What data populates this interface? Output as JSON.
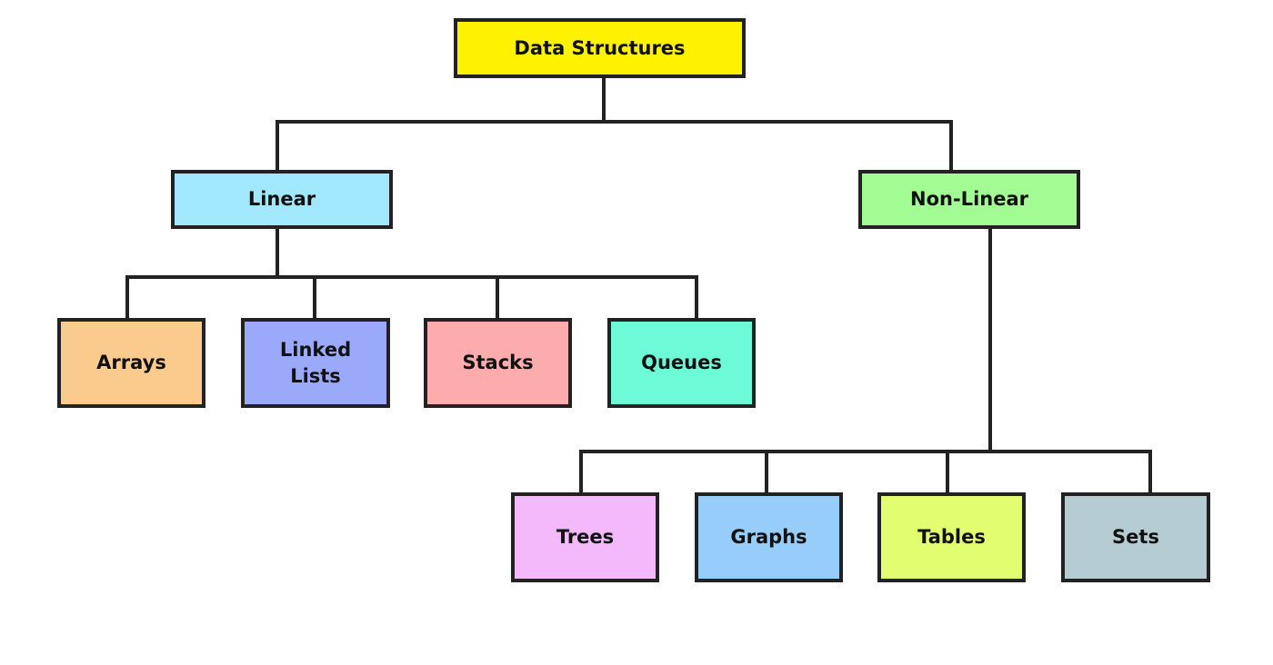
{
  "diagram": {
    "root": {
      "label": "Data Structures",
      "color": "#FFF200"
    },
    "linear": {
      "label": "Linear",
      "color": "#A2E8FC",
      "children": [
        {
          "label": "Arrays",
          "color": "#FBCB8D"
        },
        {
          "label": "Linked\nLists",
          "color": "#9BA9FA"
        },
        {
          "label": "Stacks",
          "color": "#FCACAC"
        },
        {
          "label": "Queues",
          "color": "#6DFAD7"
        }
      ]
    },
    "nonlinear": {
      "label": "Non-Linear",
      "color": "#A3FB94",
      "children": [
        {
          "label": "Trees",
          "color": "#F4B9FA"
        },
        {
          "label": "Graphs",
          "color": "#97CDFA"
        },
        {
          "label": "Tables",
          "color": "#E3FD70"
        },
        {
          "label": "Sets",
          "color": "#B5CDD2"
        }
      ]
    },
    "line_color": "#222222"
  }
}
